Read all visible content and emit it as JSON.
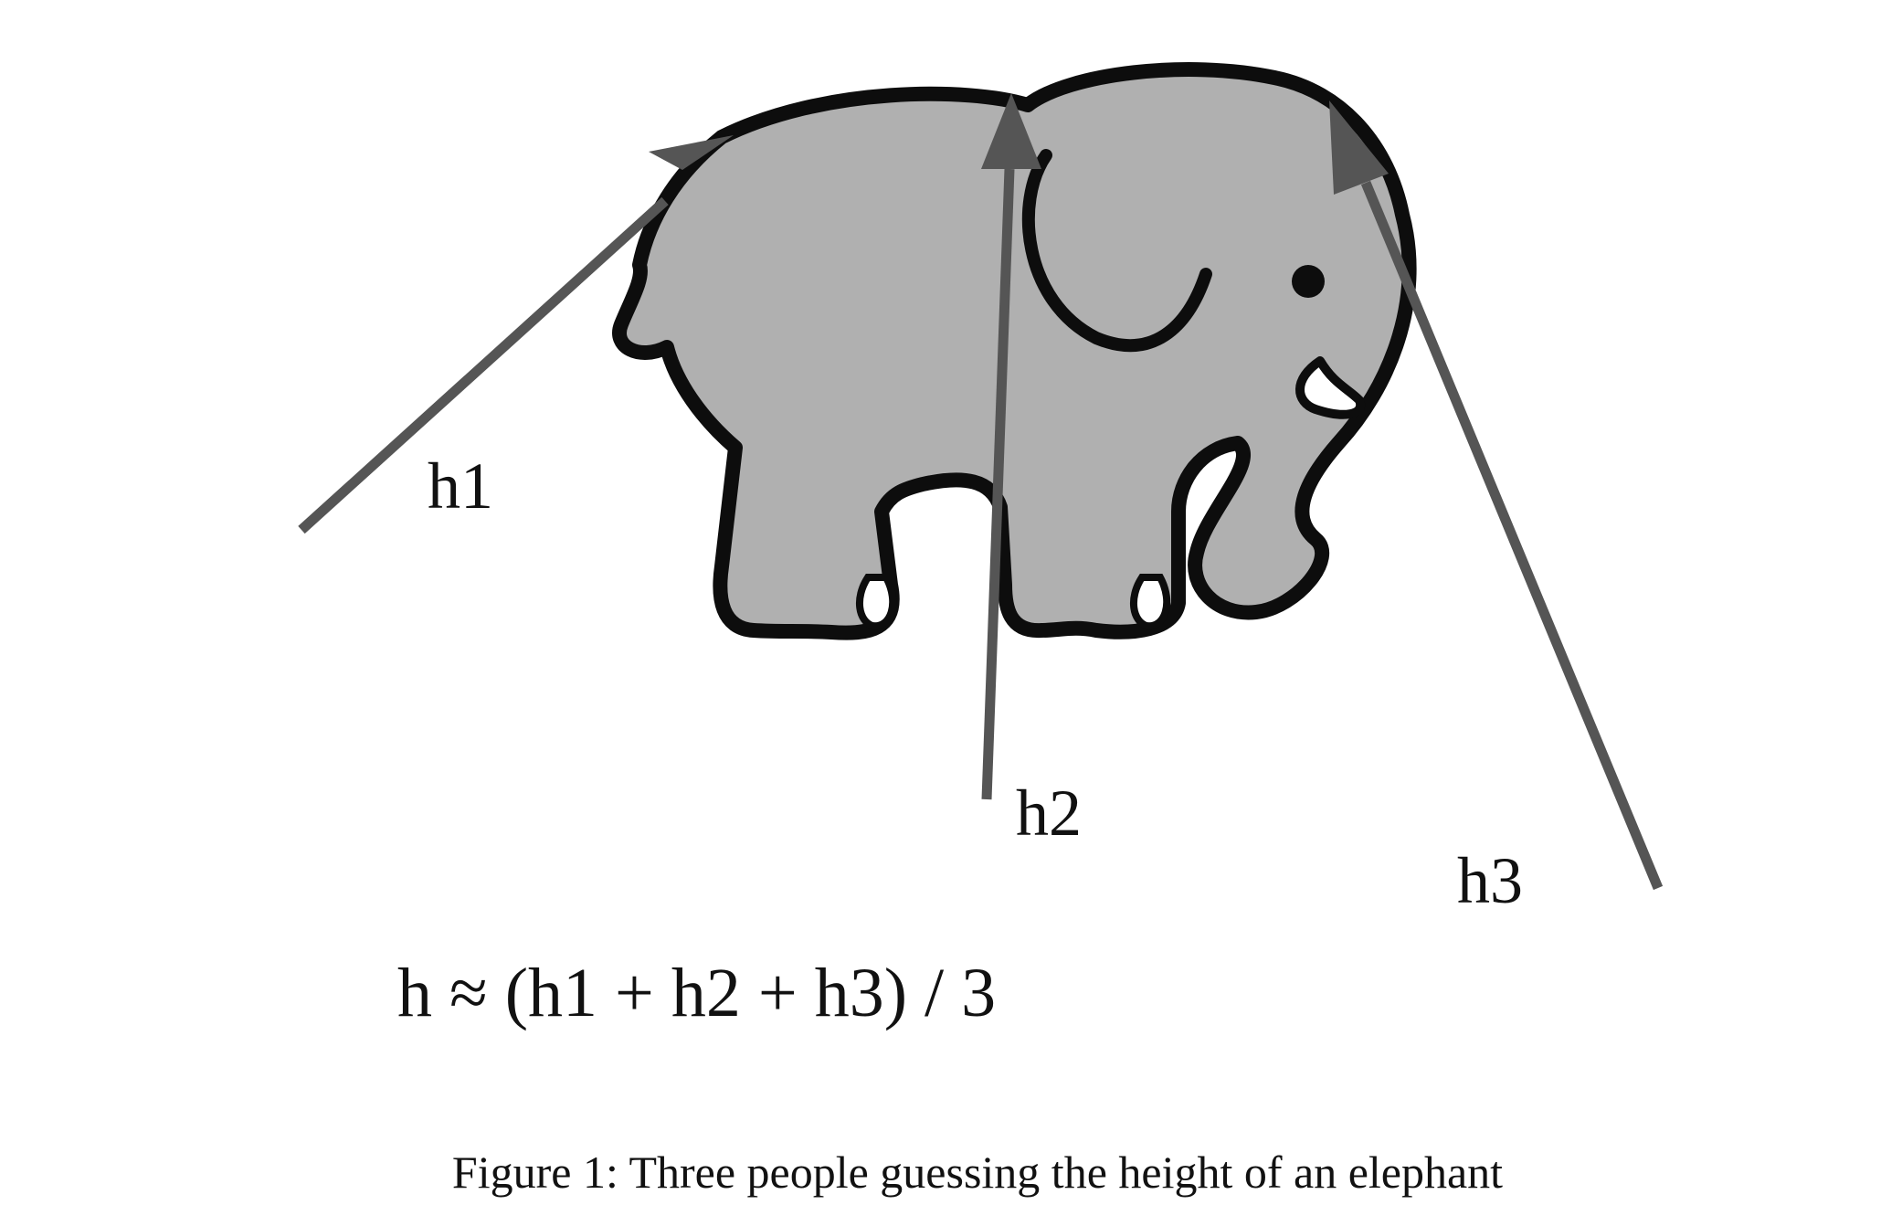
{
  "figure": {
    "labels": {
      "h1": "h1",
      "h2": "h2",
      "h3": "h3"
    },
    "formula": "h ≈ (h1 + h2 + h3) / 3",
    "caption": "Figure 1: Three people guessing the height of an elephant"
  },
  "colors": {
    "elephant_fill": "#b0b0b0",
    "elephant_outline": "#0d0d0d",
    "arrow": "#555555",
    "tusk": "#ffffff",
    "text": "#111111"
  }
}
